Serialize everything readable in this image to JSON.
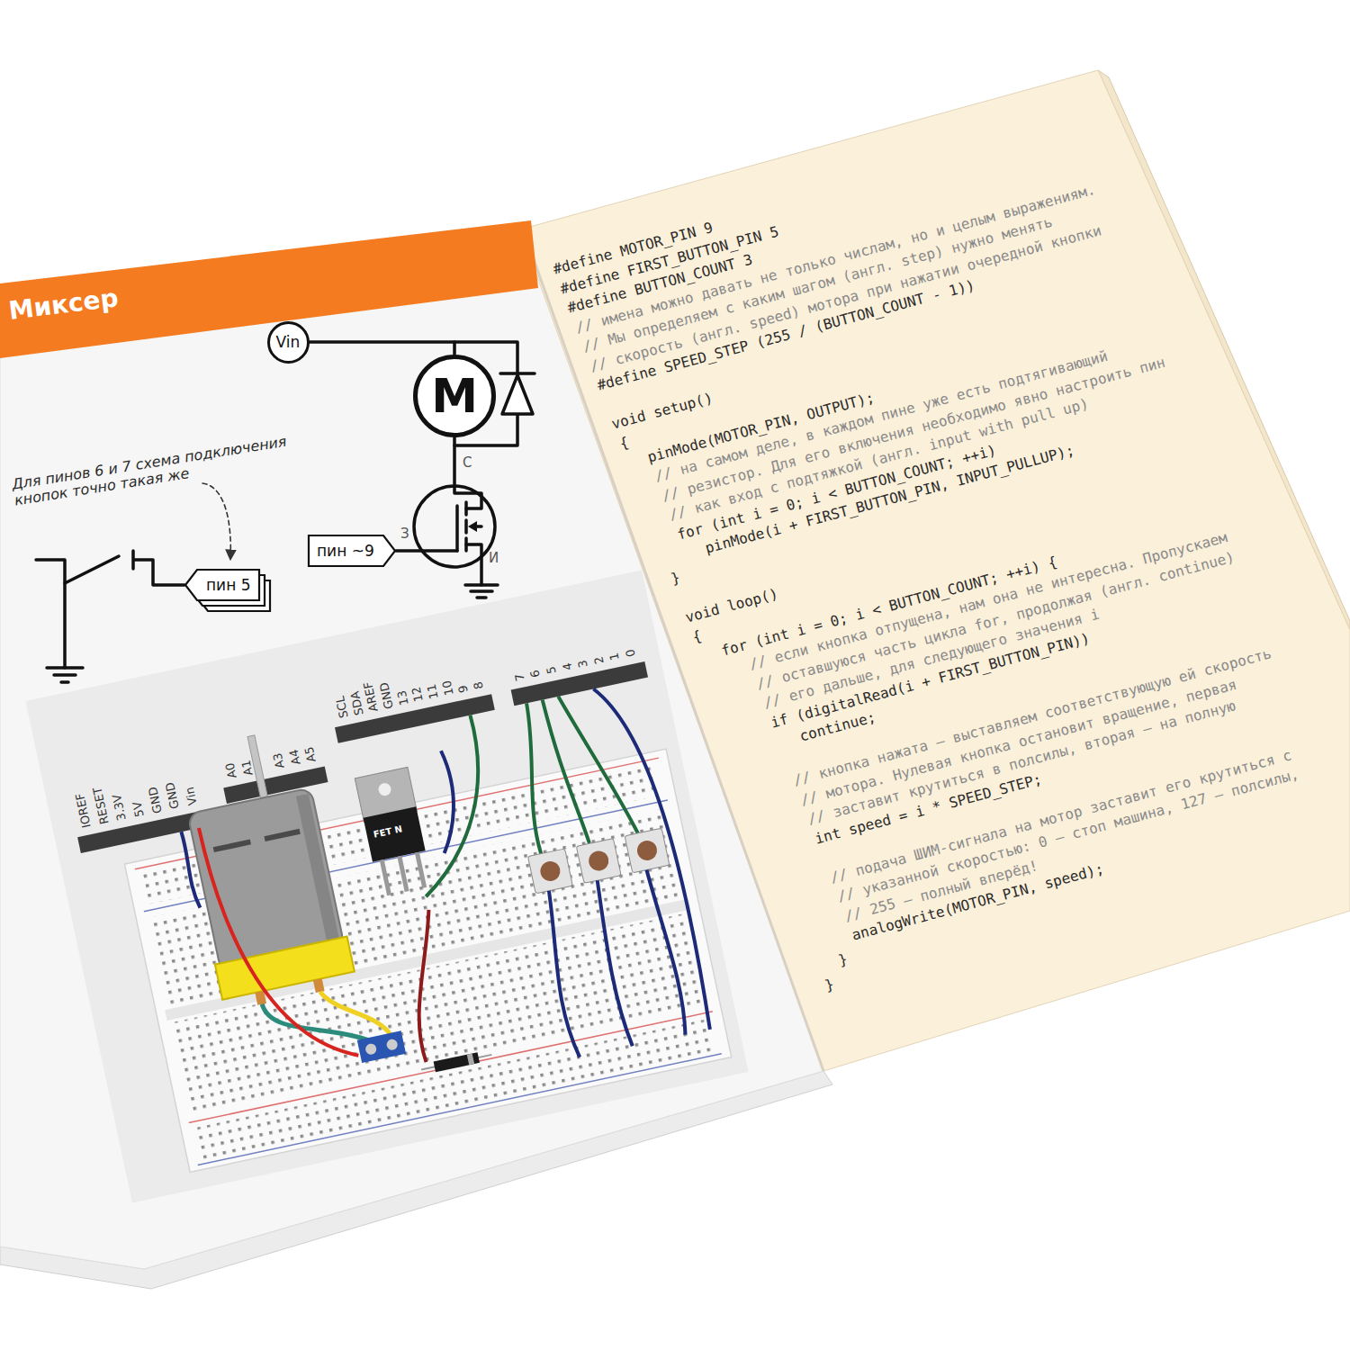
{
  "diagram": {
    "title": "Миксер",
    "nodes": [
      {
        "text": [
          "Vin"
        ]
      },
      {
        "text": [
          "M"
        ]
      },
      {
        "text": [
          "пин ~9"
        ]
      },
      {
        "text": [
          "пин 5"
        ]
      }
    ],
    "edges": [
      {
        "from": 0,
        "to": 1,
        "arrow": "none"
      }
    ],
    "labels": [
      "Для пинов 6 и 7 схема подключения кнопок точно такая же",
      "С",
      "З",
      "И",
      "IOREF",
      "RESET",
      "3.3V",
      "5V",
      "GND",
      "GND",
      "Vin",
      "A0",
      "A1",
      "A3",
      "A4",
      "A5",
      "SCL",
      "SDA",
      "AREF",
      "GND",
      "13",
      "12",
      "11",
      "10",
      "9",
      "8",
      "7",
      "6",
      "5",
      "4",
      "3",
      "2",
      "1",
      "0",
      "FET N",
      "#define MOTOR_PIN 9",
      "#define FIRST_BUTTON_PIN 5",
      "#define BUTTON_COUNT 3",
      "// имена можно давать не только числам, но и целым выражениям.",
      "// Мы определяем с каким шагом (англ. step) нужно менять",
      "// скорость (англ. speed) мотора при нажатии очередной кнопки",
      "#define SPEED_STEP (255 / (BUTTON_COUNT - 1))",
      "void setup()",
      "{",
      "pinMode(MOTOR_PIN, OUTPUT);",
      "// на самом деле, в каждом пине уже есть подтягивающий",
      "// резистор. Для его включения необходимо явно настроить пин",
      "// как вход с подтяжкой (англ. input with pull up)",
      "for (int i = 0; i < BUTTON_COUNT; ++i)",
      "pinMode(i + FIRST_BUTTON_PIN, INPUT_PULLUP);",
      "}",
      "void loop()",
      "{",
      "for (int i = 0; i < BUTTON_COUNT; ++i) {",
      "// если кнопка отпущена, нам она не интересна. Пропускаем",
      "// оставшуюся часть цикла for, продолжая (англ. continue)",
      "// его дальше, для следующего значения i",
      "if (digitalRead(i + FIRST_BUTTON_PIN))",
      "continue;",
      "// кнопка нажата — выставляем соответствующую ей скорость",
      "// мотора. Нулевая кнопка остановит вращение, первая",
      "// заставит крутиться в полсилы, вторая — на полную",
      "int speed = i * SPEED_STEP;",
      "// подача ШИМ-сигнала на мотор заставит его крутиться с",
      "// указанной скоростью: 0 — стоп машина, 127 — полсилы,",
      "// 255 — полный вперёд!",
      "analogWrite(MOTOR_PIN, speed);",
      "}",
      "}"
    ]
  }
}
